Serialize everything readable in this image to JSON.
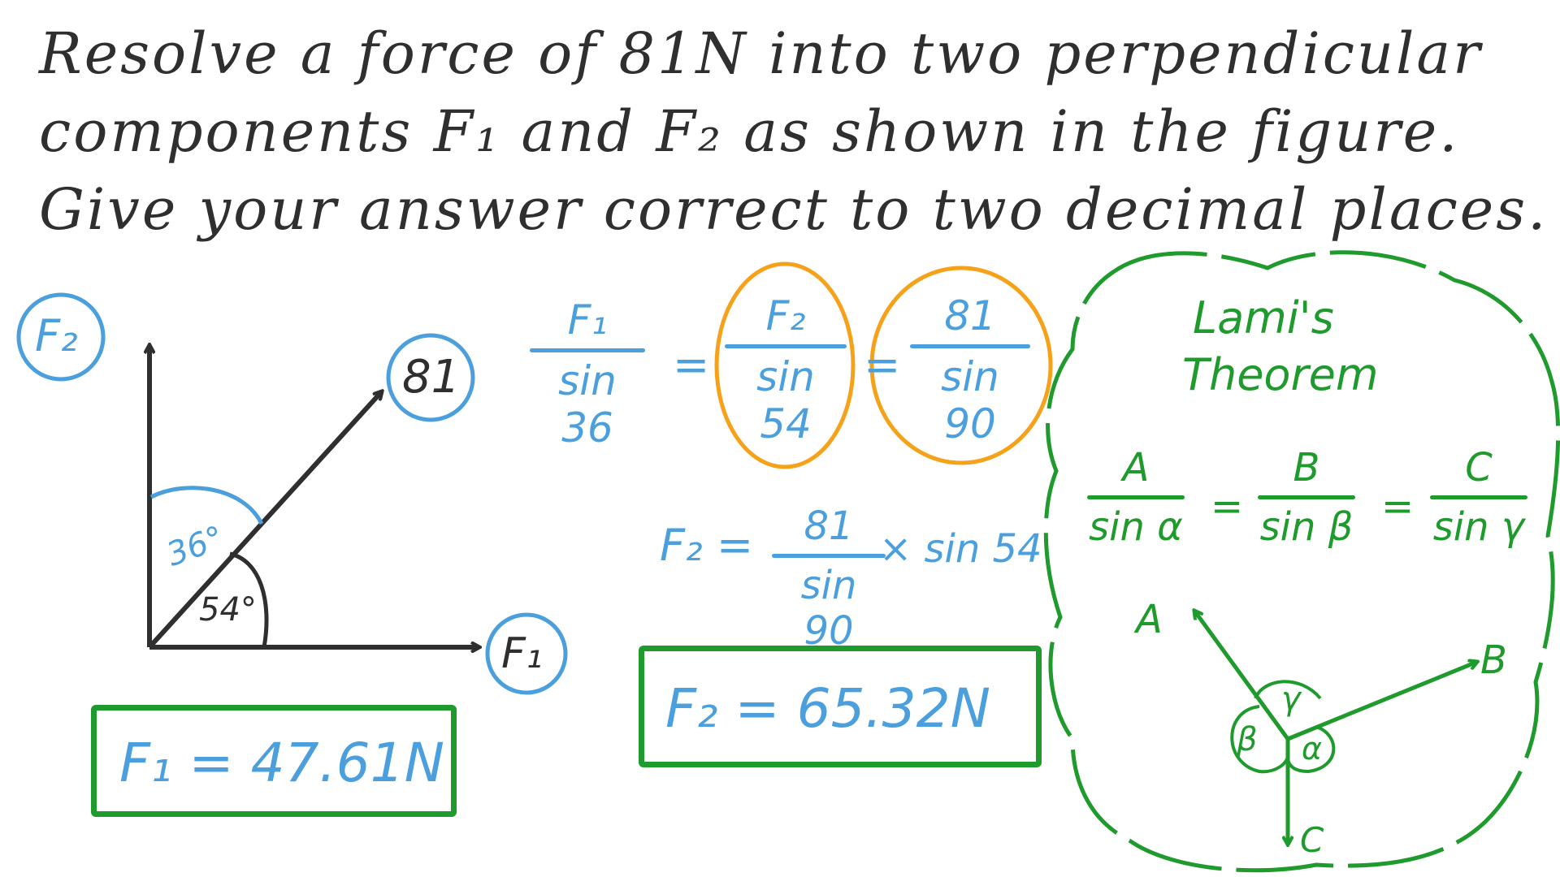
{
  "question": {
    "line1": "Resolve a force of 81N into two perpendicular",
    "line2": "components F₁ and F₂ as shown in the figure.",
    "line3": "Give your answer correct to two decimal places."
  },
  "diagram": {
    "label_f2": "F₂",
    "label_81": "81",
    "label_f1": "F₁",
    "angle_upper": "36°",
    "angle_lower": "54°"
  },
  "equation1": {
    "f1_num": "F₁",
    "f1_den": "sin 36",
    "eq_a": "=",
    "f2_num": "F₂",
    "f2_den": "sin 54",
    "eq_b": "=",
    "c_num": "81",
    "c_den": "sin 90"
  },
  "equation2": {
    "lhs": "F₂ =",
    "num": "81",
    "den": "sin 90",
    "rhs": "× sin 54"
  },
  "answers": {
    "f1": "F₁ = 47.61N",
    "f2": "F₂ = 65.32N"
  },
  "lami": {
    "title_line1": "Lami's",
    "title_line2": "Theorem",
    "a_num": "A",
    "a_den": "sin α",
    "eq1": "=",
    "b_num": "B",
    "b_den": "sin β",
    "eq2": "=",
    "c_num": "C",
    "c_den": "sin γ",
    "vec_a": "A",
    "vec_b": "B",
    "vec_c": "C",
    "ang_alpha": "α",
    "ang_beta": "β",
    "ang_gamma": "γ"
  },
  "colors": {
    "ink": "#2f2f2f",
    "blue": "#4a9fdc",
    "orange": "#f5a21a",
    "green": "#1f9a2c"
  }
}
